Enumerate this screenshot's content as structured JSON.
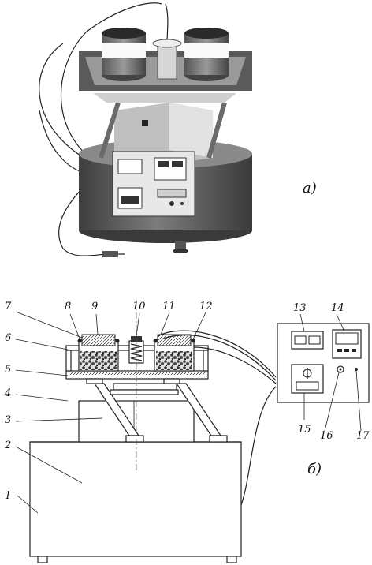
{
  "captions": {
    "top": "а)",
    "bottom": "б)"
  },
  "callouts": [
    "1",
    "2",
    "3",
    "4",
    "5",
    "6",
    "7",
    "8",
    "9",
    "10",
    "11",
    "12",
    "13",
    "14",
    "15",
    "16",
    "17"
  ],
  "colors": {
    "metal_dark": "#4a4a4a",
    "metal_mid": "#7a7a7a",
    "metal_light": "#c8c8c8",
    "panel": "#e8e8e8",
    "line": "#222222"
  },
  "icons": [
    "phi-symbol"
  ]
}
